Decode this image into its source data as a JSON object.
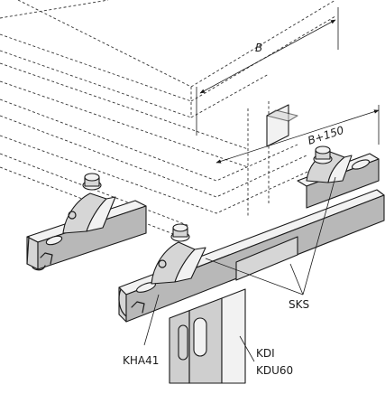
{
  "labels": {
    "width_dimension": "B",
    "rail_dimension": "B+150",
    "clamp_part": "SKS",
    "rail_part": "KHA41",
    "bracket_part": "KDI",
    "bracket_part_2": "KDU60"
  },
  "colors": {
    "line": "#1a1a1a",
    "light_face": "#f2f2f2",
    "mid_face": "#d6d6d6",
    "dark_face": "#b8b8b8"
  }
}
